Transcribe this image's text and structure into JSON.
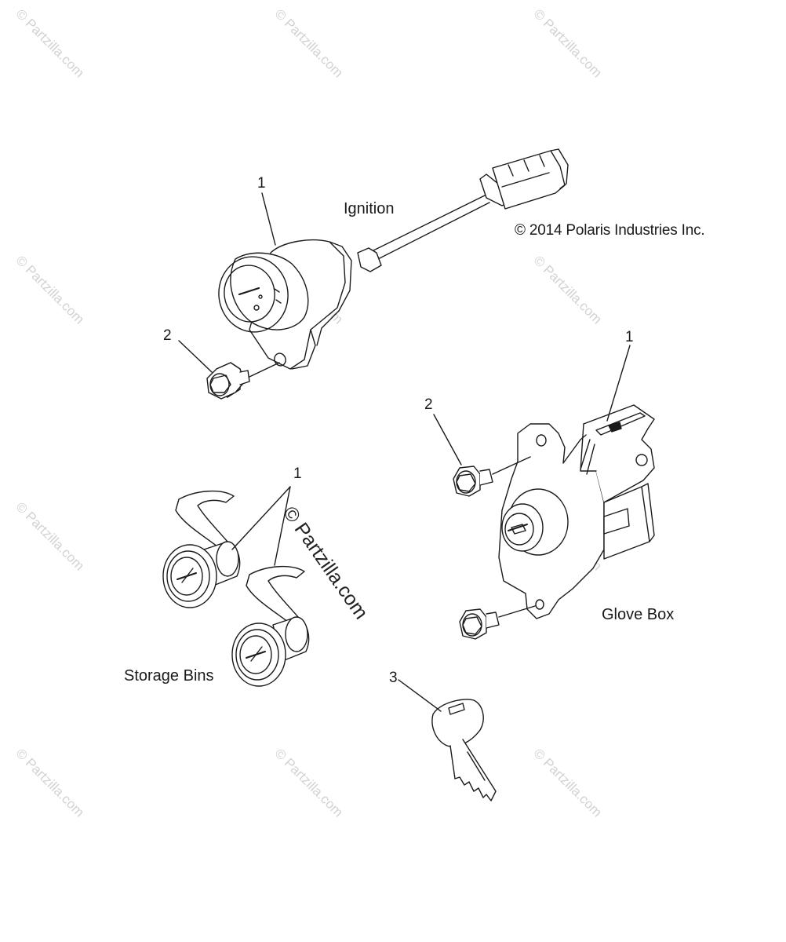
{
  "labels": {
    "ignition": "Ignition",
    "glove_box": "Glove Box",
    "storage_bins": "Storage Bins",
    "copyright": "© 2014 Polaris Industries Inc."
  },
  "callouts": {
    "ignition_switch": "1",
    "ignition_bolt": "2",
    "glove_box_lock": "1",
    "glove_box_bolt": "2",
    "storage_bin_lock": "1",
    "key": "3"
  },
  "watermark": {
    "text": "© Partzilla.com",
    "center_text": "© Partzilla.com"
  },
  "colors": {
    "line": "#1a1a1a",
    "watermark": "#d2d2d2",
    "background": "#ffffff"
  }
}
